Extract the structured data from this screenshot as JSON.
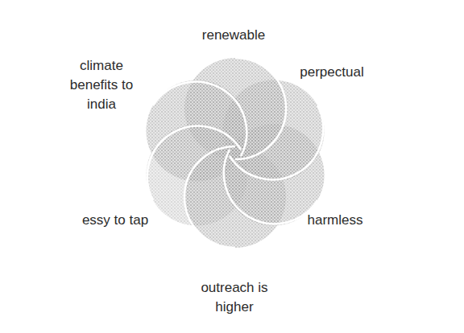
{
  "diagram": {
    "labels": [
      "renewable",
      "perpectual",
      "harmless",
      "outreach is higher",
      "essy to tap",
      "climate benefits to india"
    ]
  }
}
